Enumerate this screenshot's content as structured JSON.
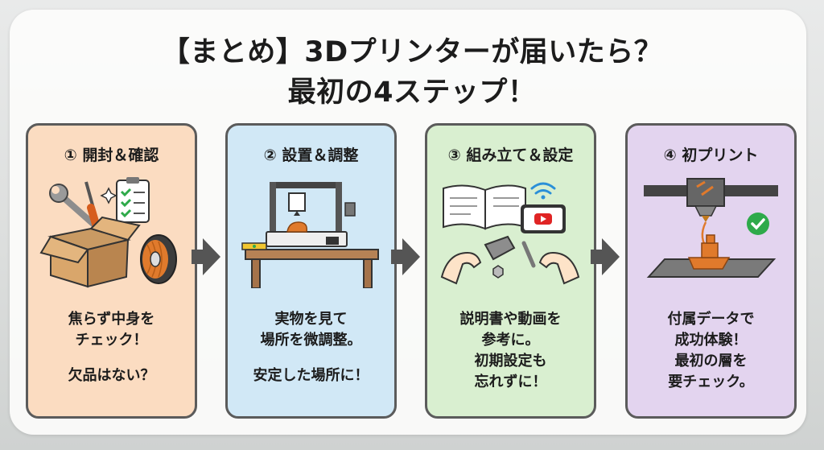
{
  "title": {
    "line1": "【まとめ】3Dプリンターが届いたら？",
    "line2": "最初の4ステップ！"
  },
  "steps": [
    {
      "title": "① 開封＆確認",
      "lines": [
        "焦らず中身を",
        "チェック！"
      ],
      "note": "欠品はない？"
    },
    {
      "title": "② 設置＆調整",
      "lines": [
        "実物を見て",
        "場所を微調整。"
      ],
      "note": "安定した場所に！"
    },
    {
      "title": "③ 組み立て＆設定",
      "lines": [
        "説明書や動画を",
        "参考に。",
        "初期設定も",
        "忘れずに！"
      ]
    },
    {
      "title": "④ 初プリント",
      "lines": [
        "付属データで",
        "成功体験！",
        "最初の層を",
        "要チェック。"
      ]
    }
  ],
  "colors": {
    "card1": "#fbdcc1",
    "card2": "#d1e8f6",
    "card3": "#d9efd0",
    "card4": "#e3d4ef",
    "arrow": "#555555",
    "accent_orange": "#e07a2c",
    "check_green": "#2eaa4a",
    "video_red": "#e02424"
  },
  "icons": [
    "wrench-icon",
    "screwdriver-icon",
    "checklist-icon",
    "box-icon",
    "filament-spool-icon",
    "printer-icon",
    "level-icon",
    "book-icon",
    "wifi-icon",
    "video-icon",
    "hands-icon",
    "nozzle-icon",
    "check-icon",
    "boat-model-icon"
  ]
}
